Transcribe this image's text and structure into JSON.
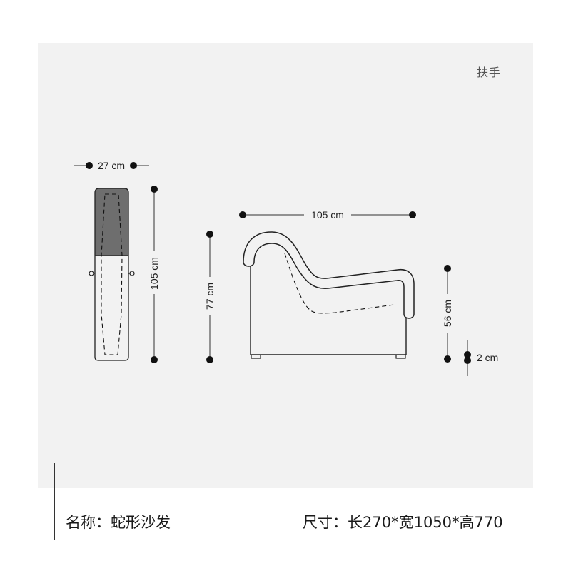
{
  "section_label": "扶手",
  "dimensions": {
    "armrest_width": "27 cm",
    "armrest_height": "105 cm",
    "overall_height": "77 cm",
    "side_length": "105 cm",
    "arm_height": "56 cm",
    "foot_height": "2 cm"
  },
  "footer": {
    "name": "名称：蛇形沙发",
    "size": "尺寸：长270*宽1050*高770"
  },
  "colors": {
    "panel": "#f2f2f2",
    "armrest_fill": "#6e6e6e",
    "line": "#222222"
  }
}
